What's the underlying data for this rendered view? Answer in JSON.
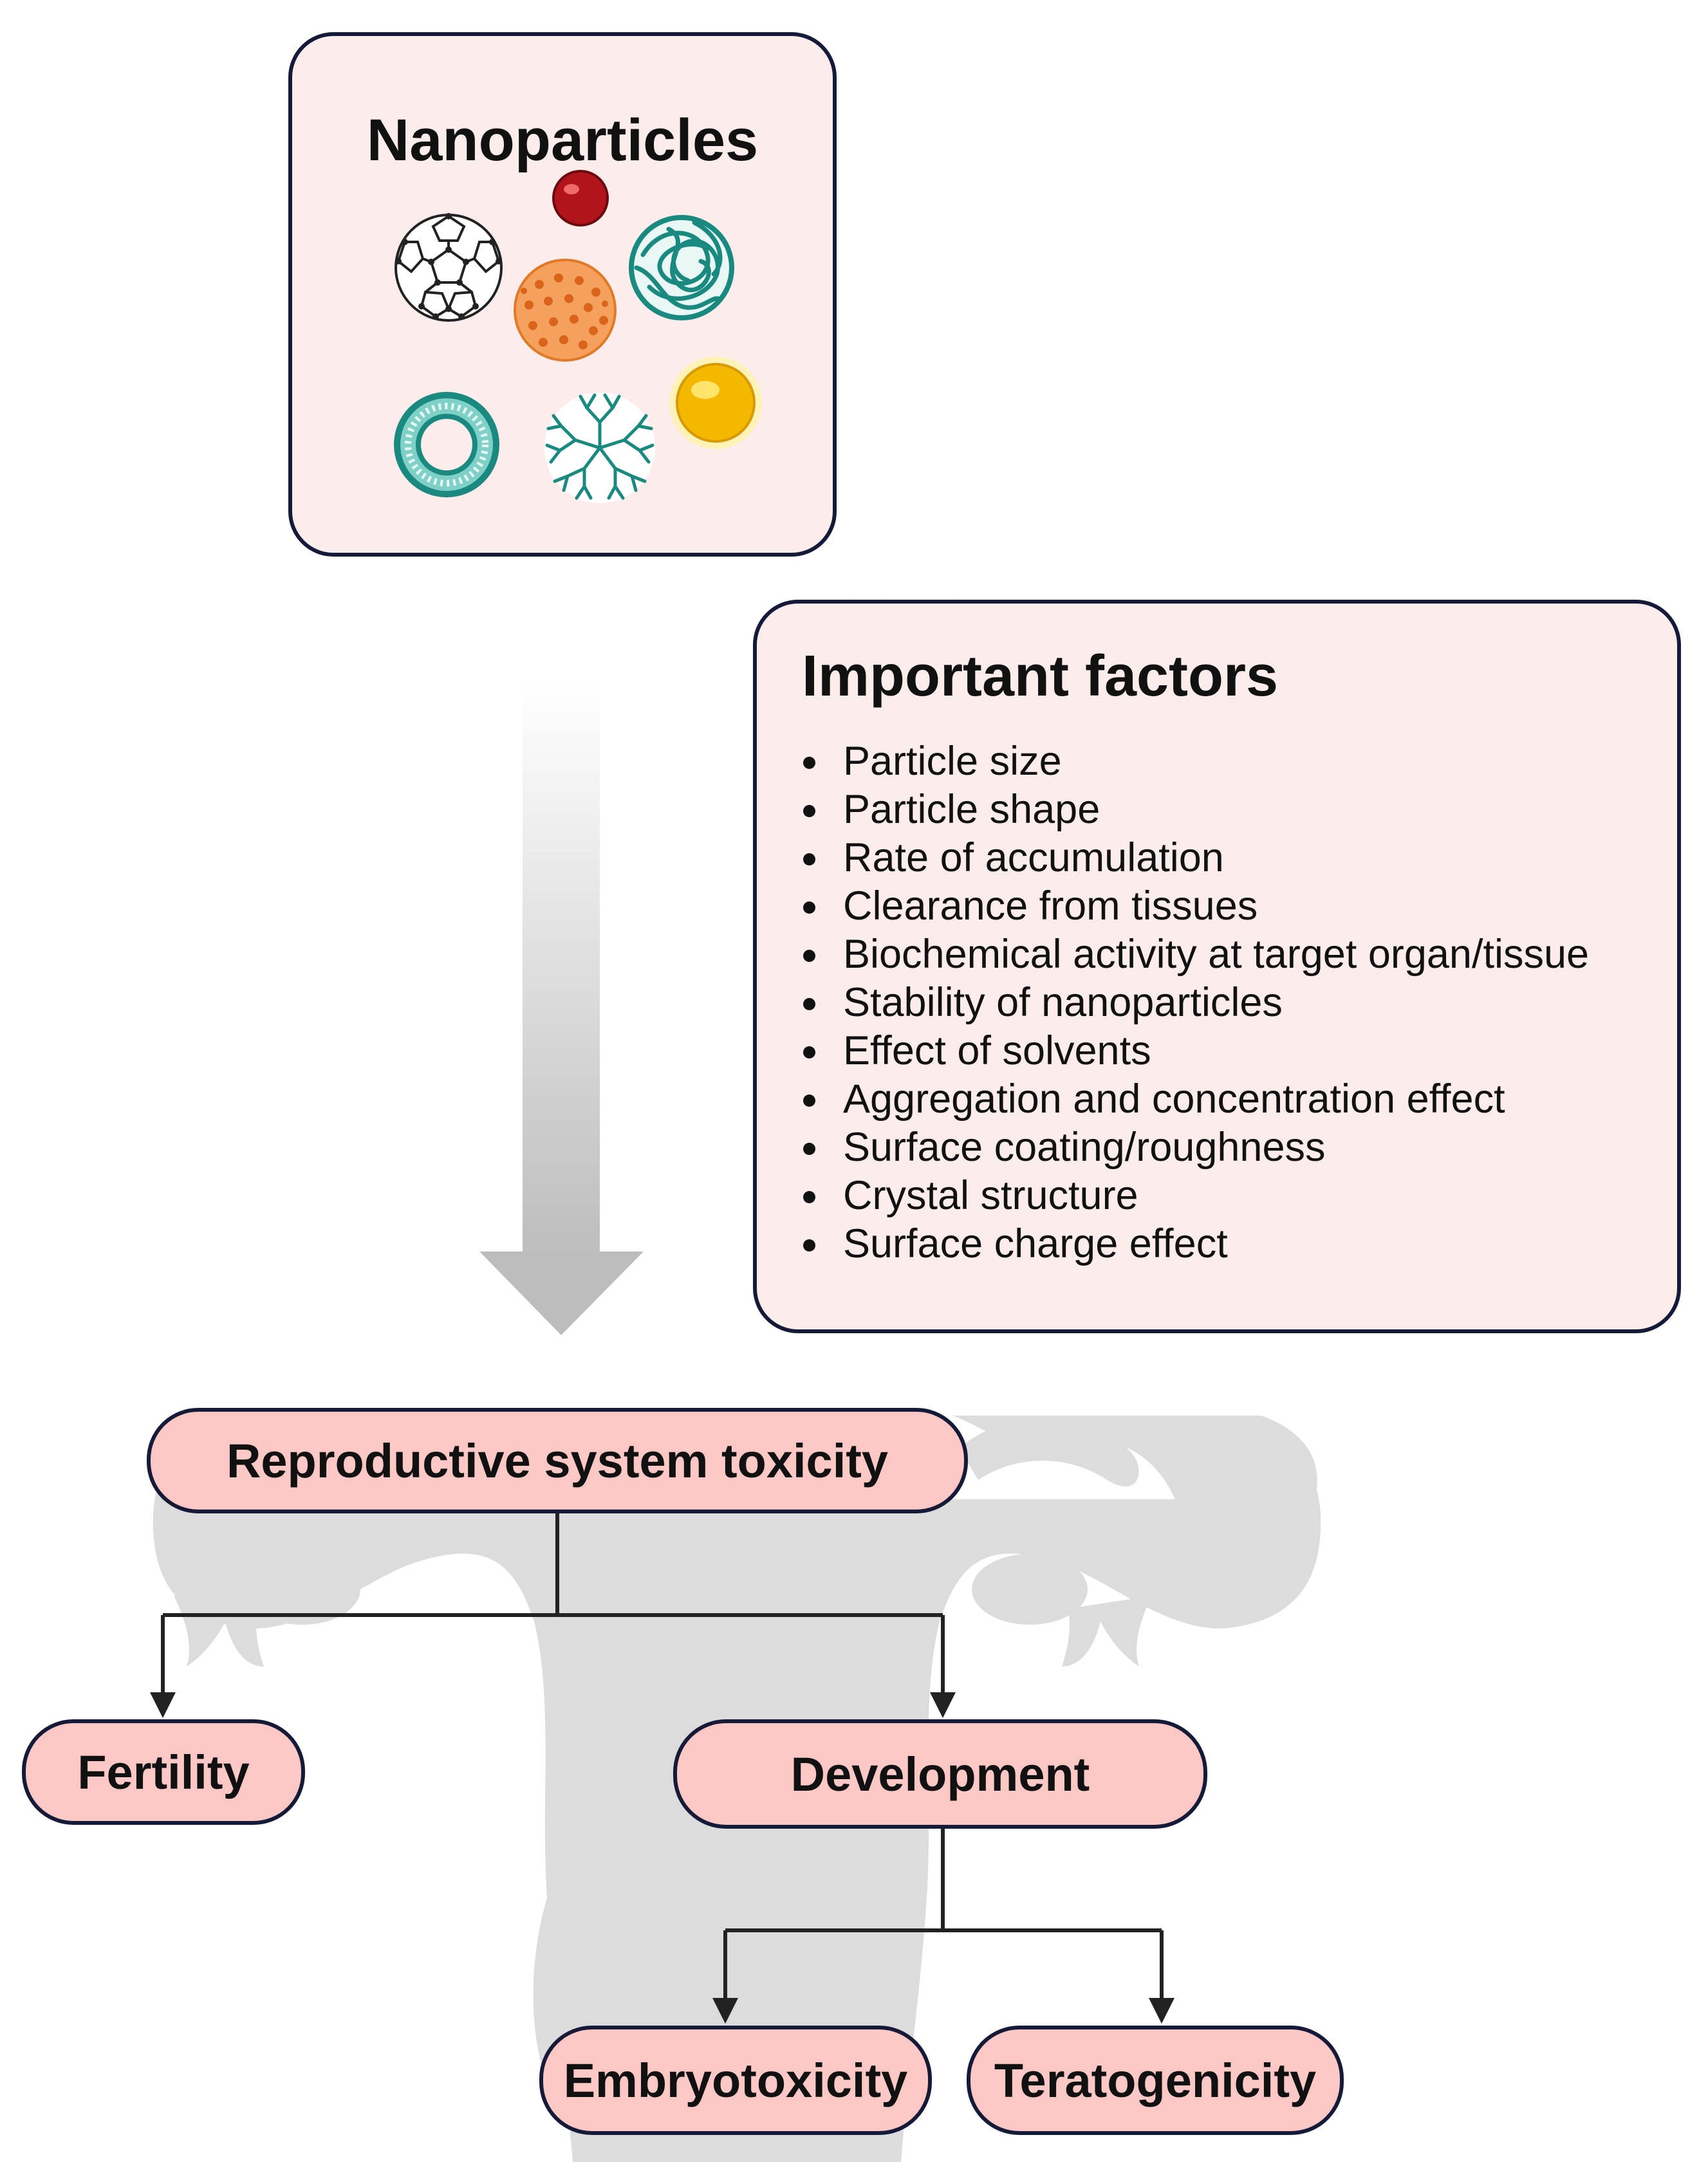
{
  "nanoparticles": {
    "title": "Nanoparticles",
    "icons": [
      "fullerene-icon",
      "red-sphere-icon",
      "porous-sphere-icon",
      "polymer-coil-icon",
      "liposome-icon",
      "dendrimer-icon",
      "gold-nanoparticle-icon"
    ]
  },
  "factors": {
    "title": "Important factors",
    "items": [
      "Particle size",
      "Particle shape",
      "Rate of accumulation",
      "Clearance from tissues",
      "Biochemical activity at target organ/tissue",
      "Stability of nanoparticles",
      "Effect of solvents",
      "Aggregation and concentration effect",
      "Surface coating/roughness",
      "Crystal structure",
      "Surface charge effect"
    ]
  },
  "flow": {
    "root": "Reproductive system toxicity",
    "fertility": "Fertility",
    "development": "Development",
    "embryotoxicity": "Embryotoxicity",
    "teratogenicity": "Teratogenicity"
  },
  "colors": {
    "panel_fill": "#fdecec",
    "pill_fill": "#fbc8c6",
    "border": "#141a38",
    "teal": "#1a8a80",
    "orange": "#f08a3c",
    "gold": "#f5b800",
    "red": "#b3141b"
  }
}
